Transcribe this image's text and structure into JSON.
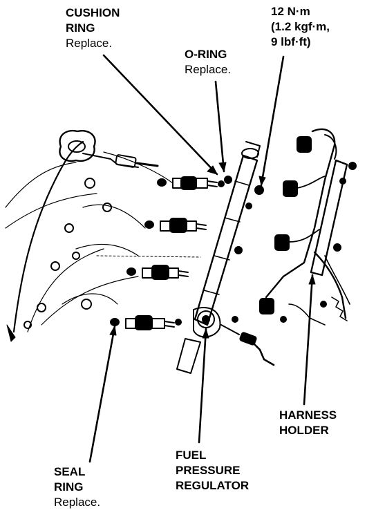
{
  "labels": {
    "cushion_ring": {
      "line1": "CUSHION",
      "line2": "RING",
      "note": "Replace."
    },
    "o_ring": {
      "line1": "O-RING",
      "note": "Replace."
    },
    "torque": {
      "line1": "12 N·m",
      "line2": "(1.2 kgf·m,",
      "line3": "9 lbf·ft)"
    },
    "harness_holder": {
      "line1": "HARNESS",
      "line2": "HOLDER"
    },
    "fuel_pressure_regulator": {
      "line1": "FUEL",
      "line2": "PRESSURE",
      "line3": "REGULATOR"
    },
    "seal_ring": {
      "line1": "SEAL",
      "line2": "RING",
      "note": "Replace."
    }
  }
}
